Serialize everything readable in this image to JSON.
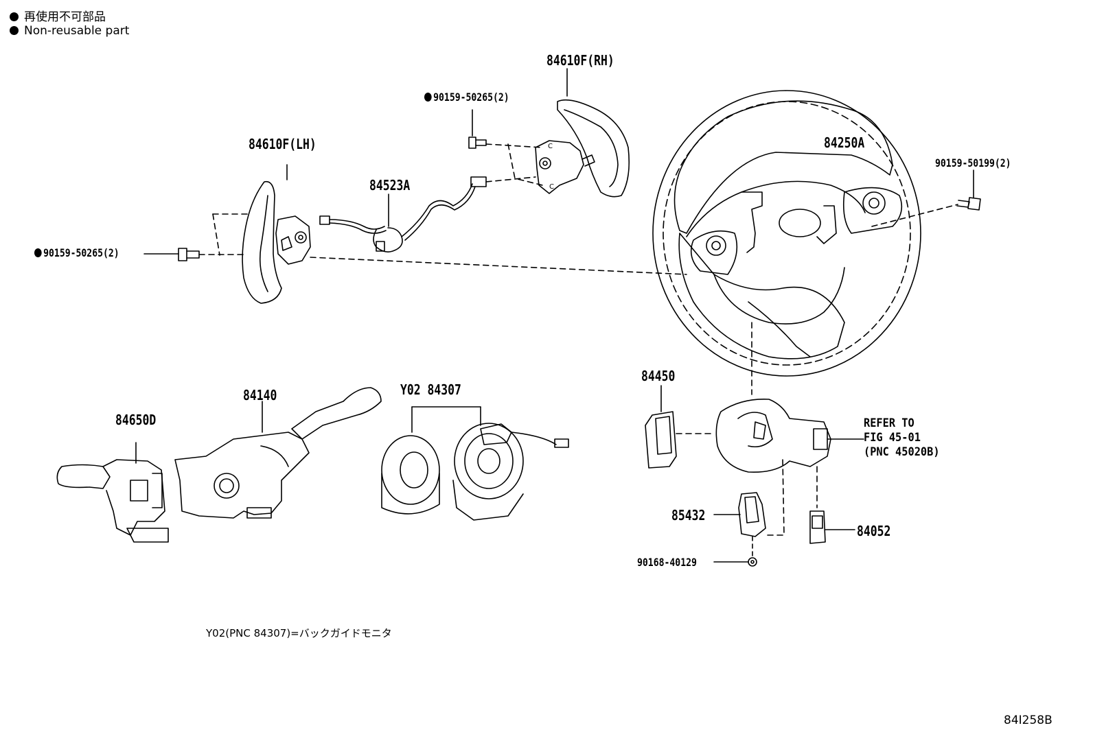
{
  "legend": {
    "jp": "再使用不可部品",
    "en": "Non-reusable part"
  },
  "labels": {
    "paddle_rh": "84610F(RH)",
    "screw_top": "90159-50265(2)",
    "paddle_lh": "84610F(LH)",
    "wire": "84523A",
    "screw_left": "90159-50265(2)",
    "wheel": "84250A",
    "screw_right": "90159-50199(2)",
    "switch_84650d": "84650D",
    "switch_84140": "84140",
    "spiral": "Y02 84307",
    "sensor_84450": "84450",
    "bracket_85432": "85432",
    "bolt": "90168-40129",
    "part_84052": "84052"
  },
  "refer": {
    "line1": "REFER TO",
    "line2": "FIG 45-01",
    "line3": "(PNC 45020B)"
  },
  "note": "Y02(PNC 84307)=バックガイドモニタ",
  "figure_id": "84I258B"
}
